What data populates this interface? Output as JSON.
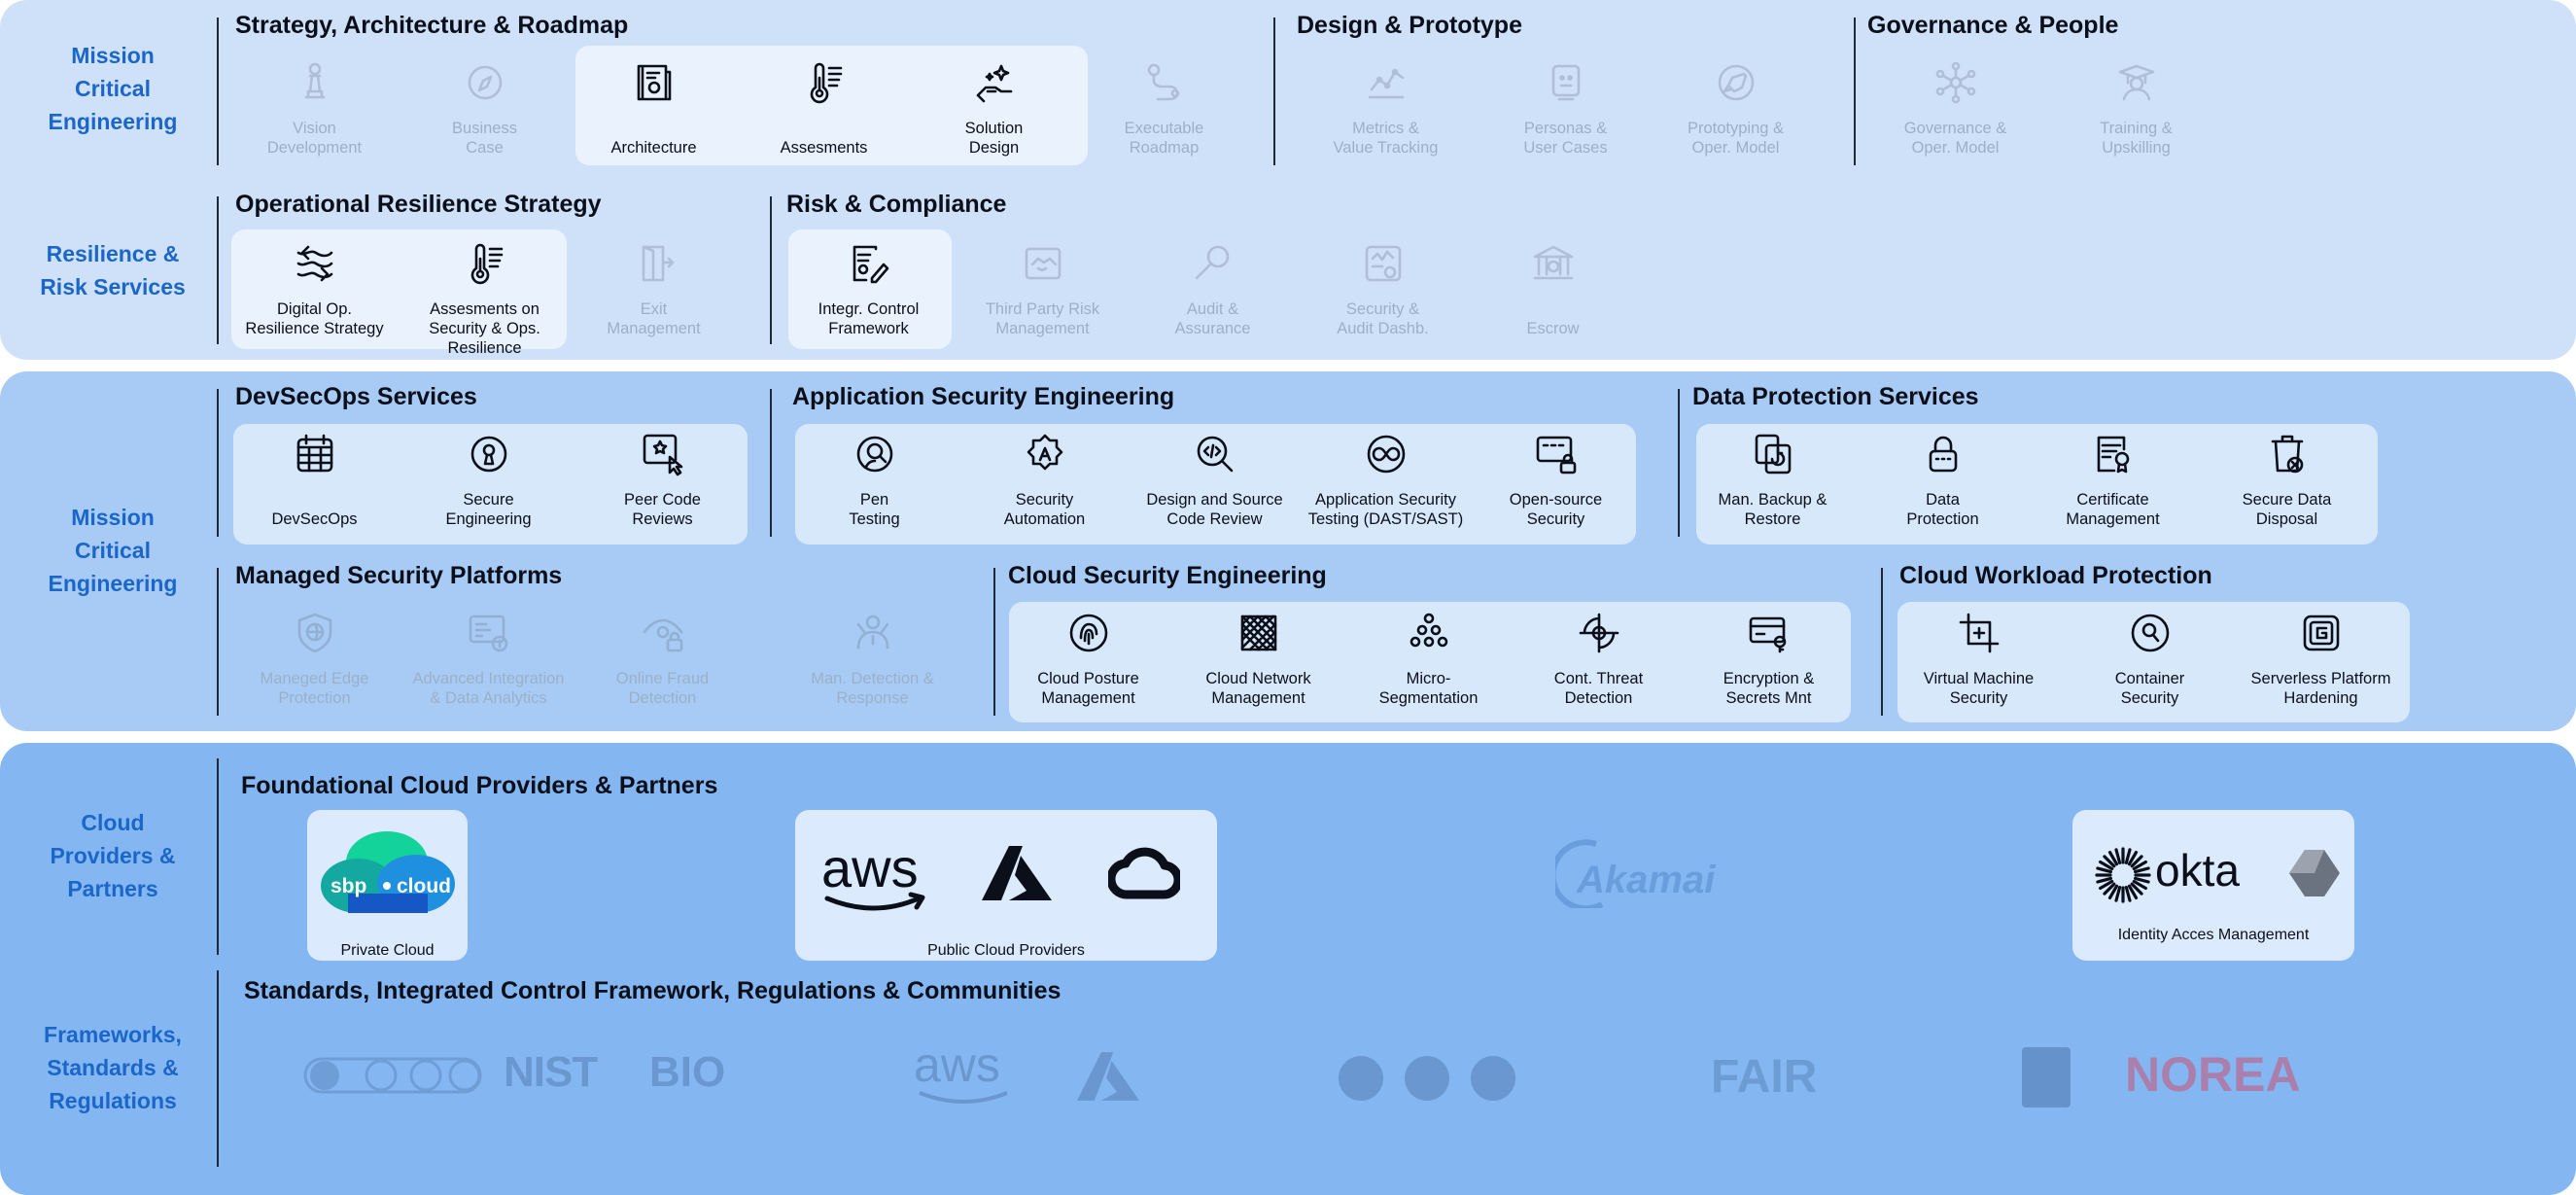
{
  "rows": {
    "r1": "Mission\nCritical\nEngineering",
    "r2": "Resilience &\nRisk Services",
    "r3": "Mission\nCritical\nEngineering",
    "r4": "Cloud\nProviders &\nPartners",
    "r5": "Frameworks,\nStandards &\nRegulations"
  },
  "sections": {
    "strategy": {
      "title": "Strategy, Architecture & Roadmap",
      "items": [
        {
          "label": "Vision\nDevelopment",
          "icon": "chess-pawn-icon",
          "active": false
        },
        {
          "label": "Business\nCase",
          "icon": "compass-icon",
          "active": false
        },
        {
          "label": "Architecture",
          "icon": "blueprint-icon",
          "active": true
        },
        {
          "label": "Assesments",
          "icon": "thermometer-icon",
          "active": true
        },
        {
          "label": "Solution\nDesign",
          "icon": "hand-sparkle-icon",
          "active": true
        },
        {
          "label": "Executable\nRoadmap",
          "icon": "route-icon",
          "active": false
        }
      ]
    },
    "design": {
      "title": "Design & Prototype",
      "items": [
        {
          "label": "Metrics &\nValue Tracking",
          "icon": "chart-line-icon",
          "active": false
        },
        {
          "label": "Personas &\nUser Cases",
          "icon": "persona-icon",
          "active": false
        },
        {
          "label": "Prototyping &\nOper. Model",
          "icon": "rocket-icon",
          "active": false
        }
      ]
    },
    "governance": {
      "title": "Governance & People",
      "items": [
        {
          "label": "Governance &\nOper. Model",
          "icon": "network-icon",
          "active": false
        },
        {
          "label": "Training &\nUpskilling",
          "icon": "graduate-icon",
          "active": false
        }
      ]
    },
    "opres": {
      "title": "Operational Resilience Strategy",
      "items": [
        {
          "label": "Digital Op.\nResilience Strategy",
          "icon": "wind-icon",
          "active": true
        },
        {
          "label": "Assesments on\nSecurity & Ops.\nResilience",
          "icon": "thermometer-icon",
          "active": true
        },
        {
          "label": "Exit\nManagement",
          "icon": "exit-door-icon",
          "active": false
        }
      ]
    },
    "risk": {
      "title": "Risk & Compliance",
      "items": [
        {
          "label": "Integr. Control\nFramework",
          "icon": "document-edit-icon",
          "active": true
        },
        {
          "label": "Third Party Risk\nManagement",
          "icon": "handshake-icon",
          "active": false
        },
        {
          "label": "Audit &\nAssurance",
          "icon": "magnifier-icon",
          "active": false
        },
        {
          "label": "Security &\nAudit Dashb.",
          "icon": "dashboard-icon",
          "active": false
        },
        {
          "label": "Escrow",
          "icon": "bank-icon",
          "active": false
        }
      ]
    },
    "devsecops": {
      "title": "DevSecOps Services",
      "items": [
        {
          "label": "DevSecOps",
          "icon": "calendar-grid-icon",
          "active": true
        },
        {
          "label": "Secure\nEngineering",
          "icon": "keyhole-icon",
          "active": true
        },
        {
          "label": "Peer Code\nReviews",
          "icon": "star-click-icon",
          "active": true
        }
      ]
    },
    "appsec": {
      "title": "Application Security Engineering",
      "items": [
        {
          "label": "Pen\nTesting",
          "icon": "search-user-icon",
          "active": true
        },
        {
          "label": "Security\nAutomation",
          "icon": "badge-a-icon",
          "active": true
        },
        {
          "label": "Design and Source\nCode Review",
          "icon": "code-search-icon",
          "active": true
        },
        {
          "label": "Application Security\nTesting (DAST/SAST)",
          "icon": "infinity-icon",
          "active": true
        },
        {
          "label": "Open-source\nSecurity",
          "icon": "window-lock-icon",
          "active": true
        }
      ]
    },
    "dataprot": {
      "title": "Data Protection Services",
      "items": [
        {
          "label": "Man. Backup &\nRestore",
          "icon": "backup-icon",
          "active": true
        },
        {
          "label": "Data\nProtection",
          "icon": "padlock-icon",
          "active": true
        },
        {
          "label": "Certificate\nManagement",
          "icon": "certificate-icon",
          "active": true
        },
        {
          "label": "Secure Data\nDisposal",
          "icon": "trash-icon",
          "active": true
        }
      ]
    },
    "managed": {
      "title": "Managed Security Platforms",
      "items": [
        {
          "label": "Maneged Edge\nProtection",
          "icon": "globe-shield-icon",
          "active": false
        },
        {
          "label": "Advanced Integration\n& Data Analytics",
          "icon": "analytics-icon",
          "active": false
        },
        {
          "label": "Online Fraud\nDetection",
          "icon": "eye-lock-icon",
          "active": false
        },
        {
          "label": "Man. Detection &\nResponse",
          "icon": "responder-icon",
          "active": false
        }
      ]
    },
    "cloudsec": {
      "title": "Cloud Security Engineering",
      "items": [
        {
          "label": "Cloud Posture\nManagement",
          "icon": "fingerprint-icon",
          "active": true
        },
        {
          "label": "Cloud Network\nManagement",
          "icon": "mesh-icon",
          "active": true
        },
        {
          "label": "Micro-\nSegmentation",
          "icon": "circles-icon",
          "active": true
        },
        {
          "label": "Cont. Threat\nDetection",
          "icon": "radar-icon",
          "active": true
        },
        {
          "label": "Encryption &\nSecrets Mnt",
          "icon": "card-key-icon",
          "active": true
        }
      ]
    },
    "workload": {
      "title": "Cloud Workload Protection",
      "items": [
        {
          "label": "Virtual Machine\nSecurity",
          "icon": "crop-plus-icon",
          "active": true
        },
        {
          "label": "Container\nSecurity",
          "icon": "shield-search-icon",
          "active": true
        },
        {
          "label": "Serverless Platform\nHardening",
          "icon": "chip-g-icon",
          "active": true
        }
      ]
    },
    "foundational": {
      "title": "Foundational Cloud Providers & Partners",
      "private_caption": "Private Cloud",
      "sbp_left": "sbp",
      "sbp_right": "cloud",
      "public_caption": "Public Cloud Providers",
      "aws": "aws",
      "akamai": "Akamai",
      "identity_caption": "Identity Acces Management",
      "okta": "okta"
    },
    "standards": {
      "title": "Standards, Integrated Control Framework, Regulations & Communities",
      "nist": "NIST",
      "bio": "BIO",
      "aws": "aws",
      "fair": "FAIR",
      "norea": "NOREA"
    }
  },
  "colors": {
    "label_blue": "#1b66c9",
    "band1": "#cfe1f8",
    "band2": "#a8cbf5",
    "band3": "#84b6f1"
  }
}
